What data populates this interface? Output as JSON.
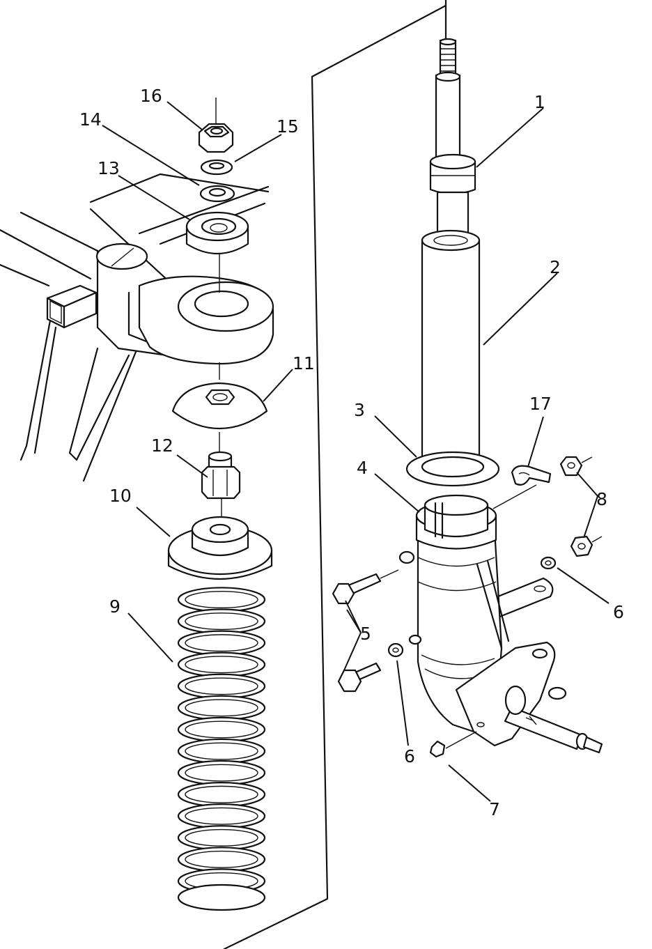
{
  "callouts": [
    {
      "id": "1",
      "text": "1"
    },
    {
      "id": "2",
      "text": "2"
    },
    {
      "id": "3",
      "text": "3"
    },
    {
      "id": "4",
      "text": "4"
    },
    {
      "id": "5",
      "text": "5"
    },
    {
      "id": "6a",
      "text": "6"
    },
    {
      "id": "6b",
      "text": "6"
    },
    {
      "id": "7",
      "text": "7"
    },
    {
      "id": "8",
      "text": "8"
    },
    {
      "id": "9",
      "text": "9"
    },
    {
      "id": "10",
      "text": "10"
    },
    {
      "id": "11",
      "text": "11"
    },
    {
      "id": "12",
      "text": "12"
    },
    {
      "id": "13",
      "text": "13"
    },
    {
      "id": "14",
      "text": "14"
    },
    {
      "id": "15",
      "text": "15"
    },
    {
      "id": "16",
      "text": "16"
    },
    {
      "id": "17",
      "text": "17"
    }
  ]
}
